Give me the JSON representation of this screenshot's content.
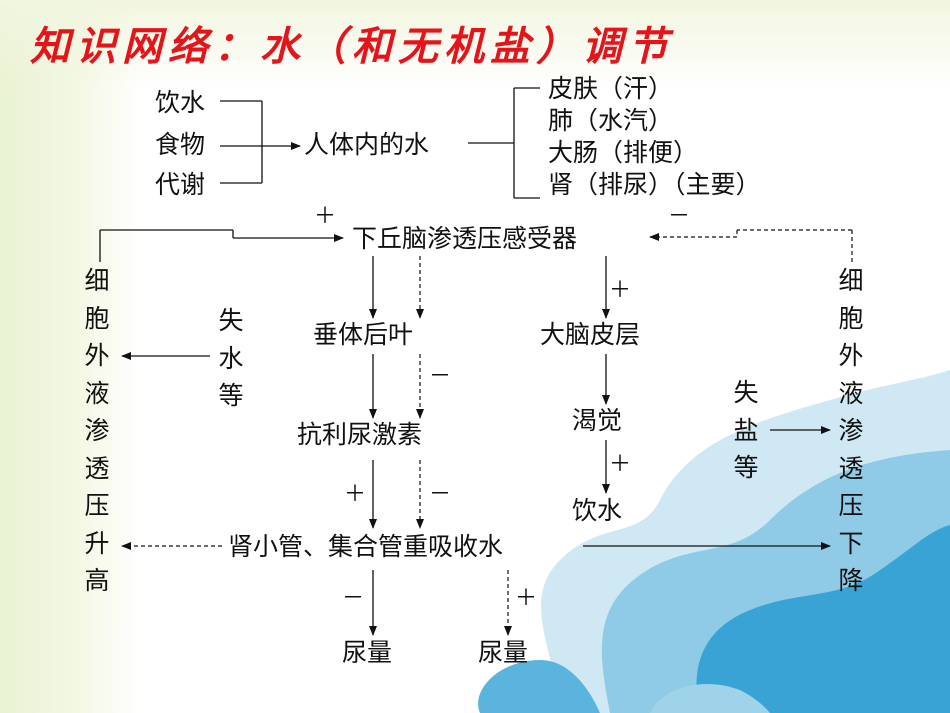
{
  "title": "知识网络：水（和无机盐）调节",
  "sources": {
    "drink": "饮水",
    "food": "食物",
    "metabolism": "代谢"
  },
  "center": "人体内的水",
  "outputs": {
    "skin": "皮肤（汗）",
    "lung": "肺（水汽）",
    "intestine": "大肠（排便）",
    "kidney": "肾（排尿）（主要）"
  },
  "receptor": "下丘脑渗透压感受器",
  "pituitary": "垂体后叶",
  "hormone": "抗利尿激素",
  "tubule": "肾小管、集合管重吸收水",
  "urine_left": "尿量",
  "urine_right": "尿量",
  "cortex": "大脑皮层",
  "thirst": "渴觉",
  "drink2": "饮水",
  "left_column": "细胞外液渗透压升高",
  "right_column": "细胞外液渗透压下降",
  "water_loss": "失水等",
  "salt_loss": "失盐等",
  "signs": {
    "plus": "＋",
    "minus": "－"
  }
}
